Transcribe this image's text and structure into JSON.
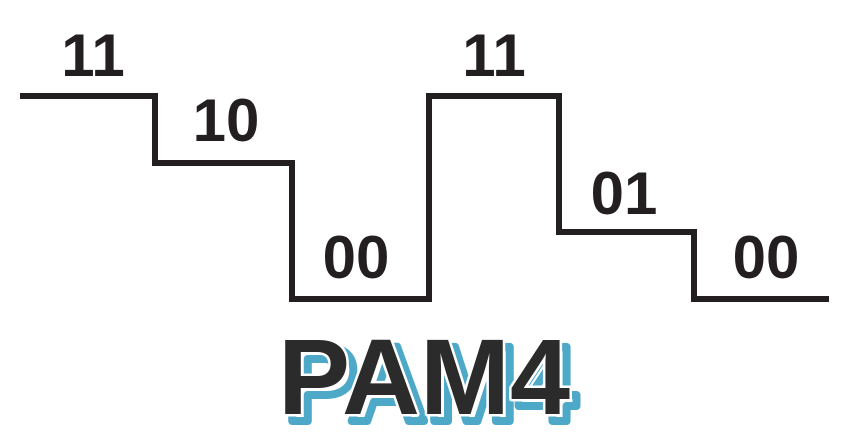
{
  "title": "PAM4",
  "colors": {
    "ink": "#231f20",
    "title_fill": "#2b2b2b",
    "title_outline": "#ffffff",
    "title_shadow": "#4ea9c9"
  },
  "chart_data": {
    "type": "line",
    "levels": [
      "00",
      "01",
      "10",
      "11"
    ],
    "symbols": [
      {
        "label": "11",
        "level": 3
      },
      {
        "label": "10",
        "level": 2
      },
      {
        "label": "00",
        "level": 0
      },
      {
        "label": "11",
        "level": 3
      },
      {
        "label": "01",
        "level": 1
      },
      {
        "label": "00",
        "level": 0
      }
    ]
  }
}
